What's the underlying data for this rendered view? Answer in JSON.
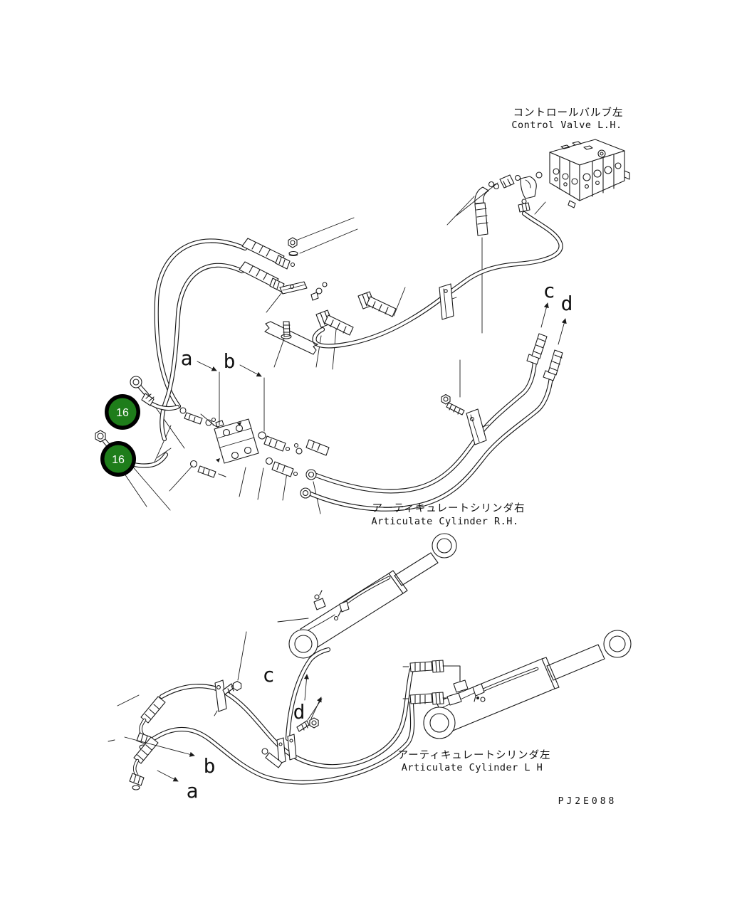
{
  "drawing_code": "PJ2E088",
  "titles": {
    "control_valve_jp": "コントロールバルブ左",
    "control_valve_en": "Control Valve L.H.",
    "cylinder_rh_jp": "アーティキュレートシリンダ右",
    "cylinder_rh_en": "Articulate Cylinder R.H.",
    "cylinder_lh_jp": "アーティキュレートシリンダ左",
    "cylinder_lh_en": "Articulate Cylinder L H"
  },
  "callouts": {
    "upper": "16",
    "lower": "16"
  },
  "routing_labels": {
    "a": "a",
    "b": "b",
    "c": "c",
    "d": "d"
  },
  "colors": {
    "line": "#1a1a1a",
    "background": "#ffffff",
    "balloon_fill": "#1e7d1a",
    "balloon_ring": "#000000",
    "balloon_text": "#ffffff"
  }
}
